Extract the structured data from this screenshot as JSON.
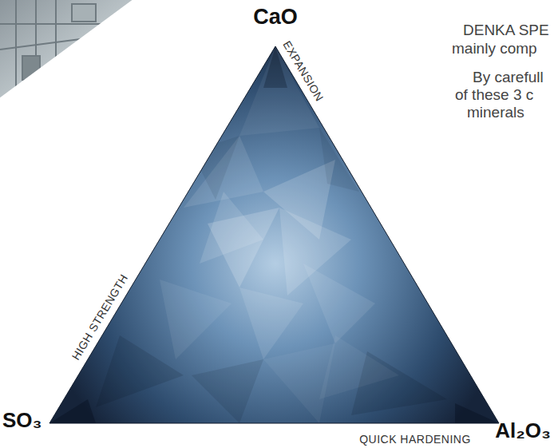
{
  "diagram": {
    "labels": [
      "CaO",
      "EXPANSION",
      "DENKA SPE",
      "mainly comp",
      "By carefull",
      "of these 3 c",
      "minerals",
      "HIGH STRENGTH",
      "SO₃",
      "Al₂O₃",
      "QUICK HARDENING"
    ]
  }
}
